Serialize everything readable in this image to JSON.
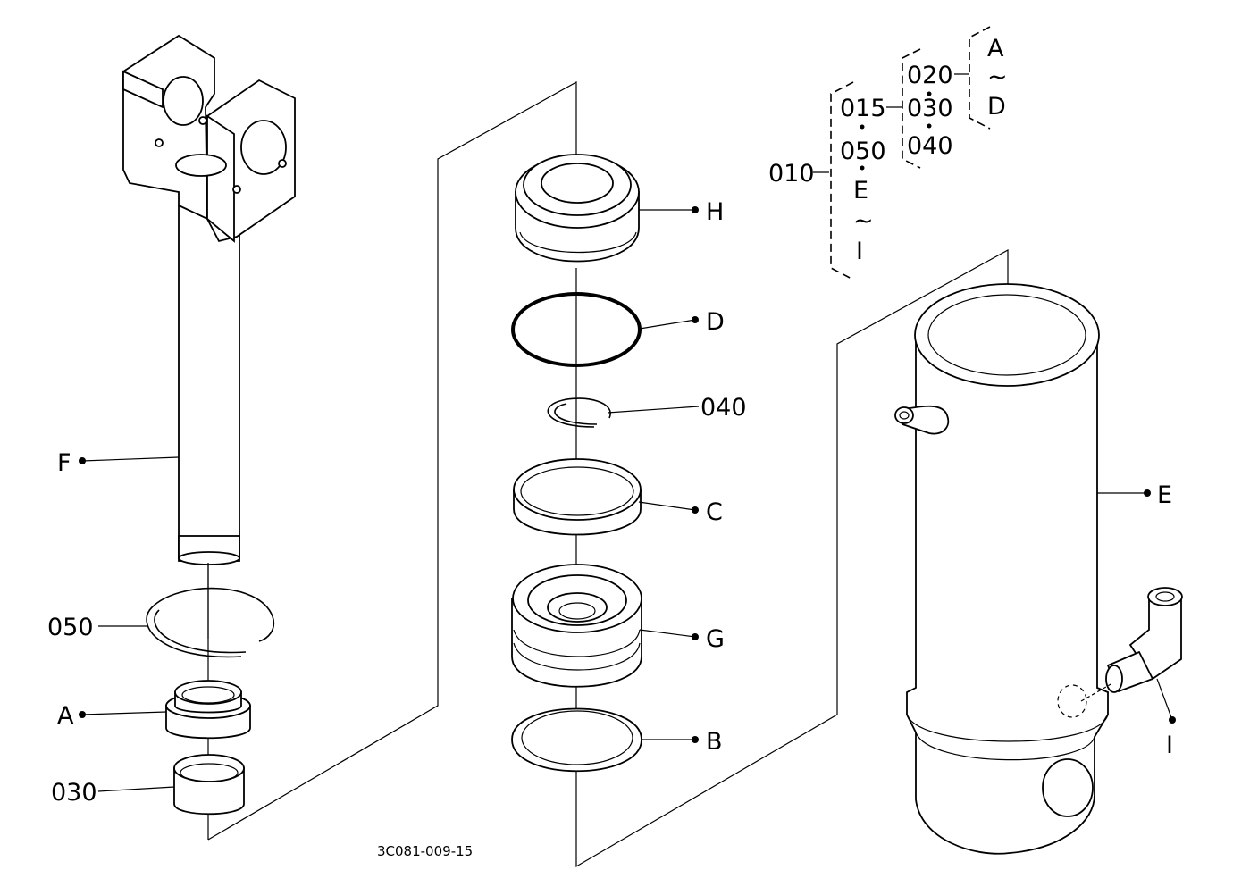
{
  "diagram": {
    "drawing_number": "3C081-009-15",
    "callouts": {
      "F": "F",
      "n050": "050",
      "A": "A",
      "n030": "030",
      "H": "H",
      "D": "D",
      "n040": "040",
      "C": "C",
      "G": "G",
      "B": "B",
      "E": "E",
      "I": "I"
    },
    "hierarchy": {
      "root": "010",
      "level1": [
        "015",
        "050",
        "E",
        "~",
        "I"
      ],
      "level2": [
        "020",
        "030",
        "040"
      ],
      "level3": [
        "A",
        "~",
        "D"
      ]
    }
  }
}
